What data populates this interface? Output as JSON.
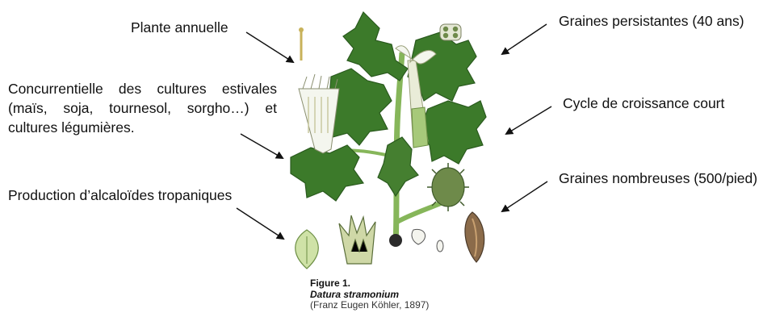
{
  "labels": {
    "plante_annuelle": "Plante annuelle",
    "concurrentielle": "Concurrentielle des cultures estivales (maïs, soja, tournesol, sorgho…) et cultures légumières.",
    "alcaloides": "Production d’alcaloïdes tropaniques",
    "graines_persistantes": "Graines persistantes (40 ans)",
    "cycle": "Cycle de croissance court",
    "graines_nombreuses": "Graines nombreuses (500/pied)"
  },
  "caption": {
    "prefix": "Figure 1. ",
    "species": "Datura stramonium",
    "credit": "(Franz Eugen Köhler, 1897)"
  },
  "colors": {
    "leaf": "#3c7a2a",
    "leaf_dark": "#2a5a1e",
    "stem": "#86b65a",
    "flower": "#f4f6ee",
    "capsule": "#6e8a4a",
    "seed": "#2b2b2b"
  }
}
